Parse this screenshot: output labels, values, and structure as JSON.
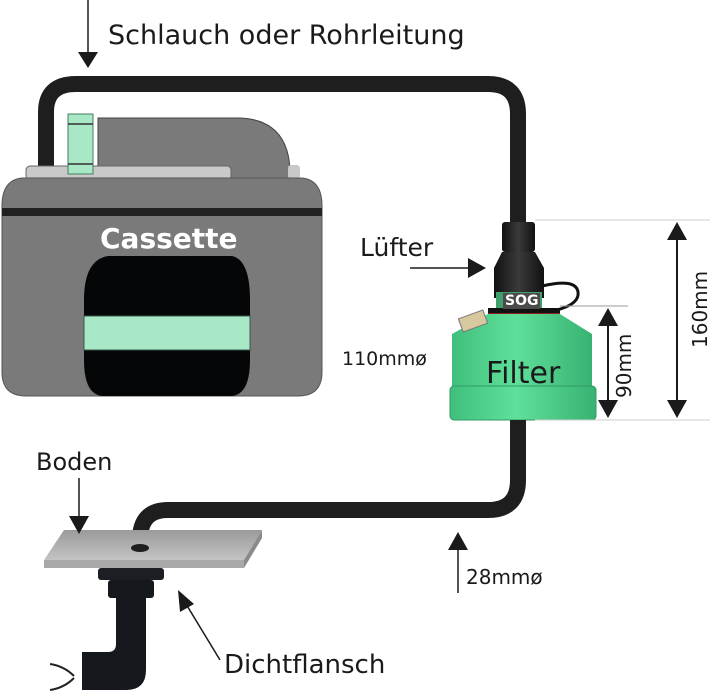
{
  "diagram": {
    "labels": {
      "hose": "Schlauch oder Rohrleitung",
      "fan": "Lüfter",
      "filter_diameter": "110mmø",
      "floor": "Boden",
      "hose_diameter": "28mmø",
      "seal_flange": "Dichtflansch",
      "filter_height": "90mm",
      "total_height": "160mm"
    },
    "components": {
      "cassette": "Cassette",
      "filter": "Filter",
      "brand_badge": "SOG"
    },
    "colors": {
      "cassette_body": "#7a7a7a",
      "cassette_accent": "#a8e8c6",
      "filter_green": "#4fcf8a",
      "hose": "#1e1e1e",
      "floor_plate": "#b5b5b5"
    }
  }
}
